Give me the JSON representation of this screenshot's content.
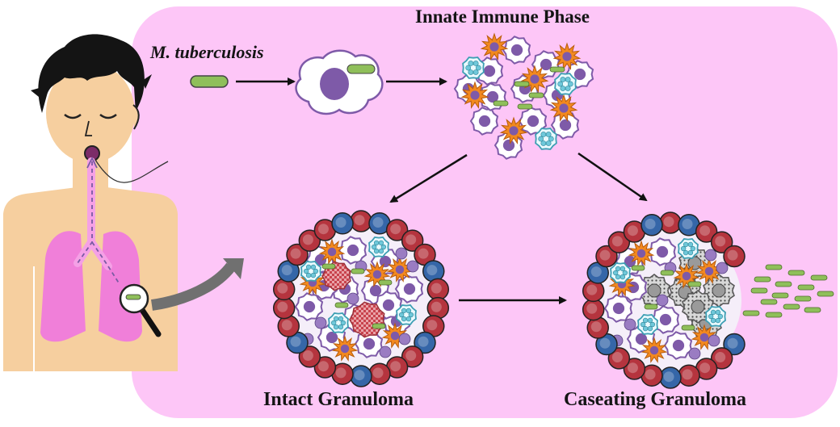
{
  "labels": {
    "title": "Innate Immune Phase",
    "pathogen": "M. tuberculosis",
    "intact": "Intact Granuloma",
    "caseating": "Caseating Granuloma"
  },
  "colors": {
    "background_panel": "#fdc6f7",
    "skin": "#f6cf9f",
    "hair": "#141414",
    "lungs": "#f07fd9",
    "bacterium": "#8fbf5a",
    "macrophage_nucleus": "#7e5aa8",
    "neutrophil": "#f2891f",
    "mast_cell": "#6fc8da",
    "t_cell_red": "#b5343e",
    "b_cell_blue": "#3566a8",
    "necrotic_gray": "#9a9a9a",
    "arrow_gray": "#707070"
  }
}
